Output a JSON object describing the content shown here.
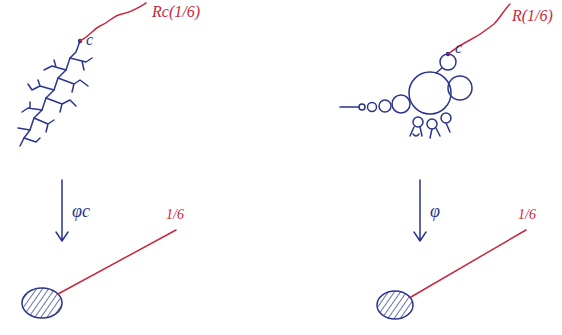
{
  "diagram": {
    "labels": [
      "Rc(1/6)",
      "c",
      "φc",
      "1/6",
      "R(1/6)",
      "c",
      "φ",
      "1/6"
    ]
  }
}
